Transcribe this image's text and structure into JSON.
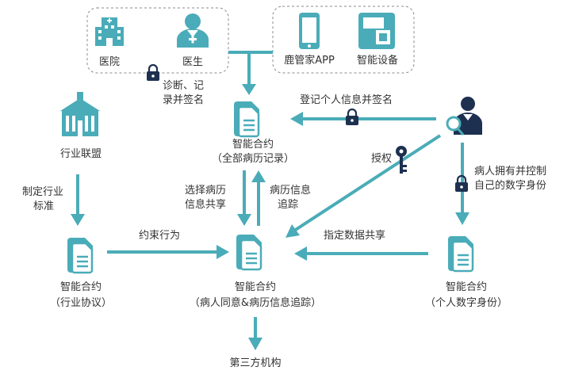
{
  "colors": {
    "accent": "#4aacb8",
    "dark": "#1d3050",
    "box_border": "#8a8a8a"
  },
  "top_left_group": {
    "hospital": "医院",
    "doctor": "医生"
  },
  "top_right_group": {
    "app": "鹿管家APP",
    "device": "智能设备"
  },
  "labels": {
    "diagnosis_sign": [
      "诊断、记",
      "录并签名"
    ],
    "register_info": "登记个人信息并签名",
    "authorize": "授权",
    "patient_control": [
      "病人拥有并控制",
      "自己的数字身份"
    ],
    "industry_alliance": "行业联盟",
    "make_standard": [
      "制定行业",
      "标准"
    ],
    "select_share": [
      "选择病历",
      "信息共享"
    ],
    "track_info": [
      "病历信息",
      "追踪"
    ],
    "constrain": "约束行为",
    "data_share": "指定数据共享",
    "third_party": "第三方机构"
  },
  "contracts": {
    "full_record": [
      "智能合约",
      "（全部病历记录）"
    ],
    "industry": [
      "智能合约",
      "（行业协议）"
    ],
    "consent": [
      "智能合约",
      "（病人同意&病历信息追踪）"
    ],
    "identity": [
      "智能合约",
      "（个人数字身份）"
    ]
  },
  "icons": [
    "hospital-icon",
    "doctor-icon",
    "phone-icon",
    "device-icon",
    "lock-icon",
    "key-icon",
    "patient-icon",
    "building-icon",
    "document-icon"
  ]
}
